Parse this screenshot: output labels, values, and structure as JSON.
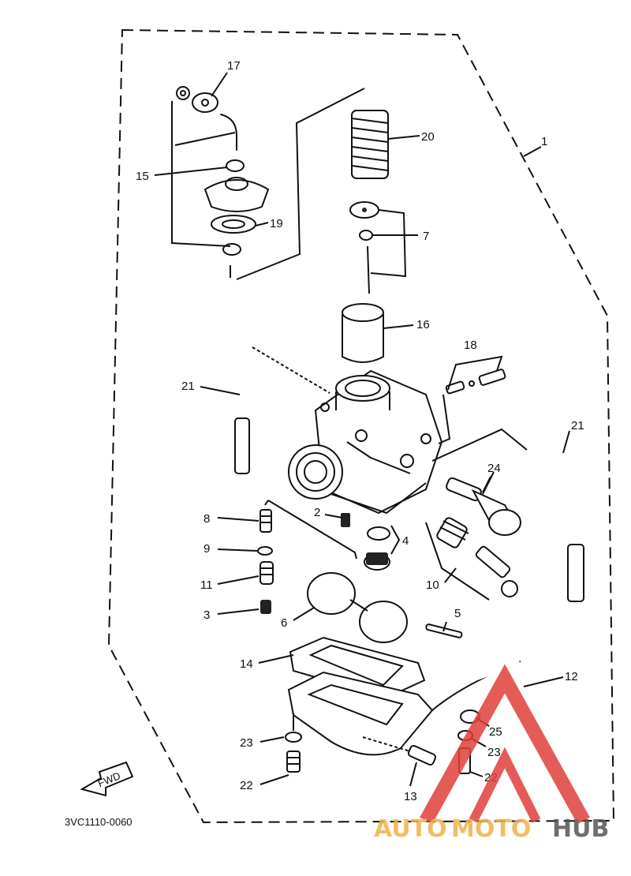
{
  "diagram": {
    "drawing_code": "3VC1110-0060",
    "direction_badge": "FWD",
    "watermark": {
      "part1": "AUTO",
      "part2": "MOTO",
      "part3": "HUB",
      "color_primary": "#f2b04a",
      "color_secondary": "#e0403a",
      "color_dark": "#555555"
    },
    "callouts": [
      {
        "id": "c17",
        "text": "17"
      },
      {
        "id": "c20",
        "text": "20"
      },
      {
        "id": "c1",
        "text": "1"
      },
      {
        "id": "c15",
        "text": "15"
      },
      {
        "id": "c19",
        "text": "19"
      },
      {
        "id": "c7",
        "text": "7"
      },
      {
        "id": "c16",
        "text": "16"
      },
      {
        "id": "c18",
        "text": "18"
      },
      {
        "id": "c21a",
        "text": "21"
      },
      {
        "id": "c21b",
        "text": "21"
      },
      {
        "id": "c24",
        "text": "24"
      },
      {
        "id": "c8",
        "text": "8"
      },
      {
        "id": "c2",
        "text": "2"
      },
      {
        "id": "c4",
        "text": "4"
      },
      {
        "id": "c9",
        "text": "9"
      },
      {
        "id": "c11",
        "text": "11"
      },
      {
        "id": "c10",
        "text": "10"
      },
      {
        "id": "c3",
        "text": "3"
      },
      {
        "id": "c6",
        "text": "6"
      },
      {
        "id": "c5",
        "text": "5"
      },
      {
        "id": "c14",
        "text": "14"
      },
      {
        "id": "c12",
        "text": "12"
      },
      {
        "id": "c25",
        "text": "25"
      },
      {
        "id": "c23a",
        "text": "23"
      },
      {
        "id": "c23b",
        "text": "23"
      },
      {
        "id": "c22a",
        "text": "22"
      },
      {
        "id": "c22b",
        "text": "22"
      },
      {
        "id": "c13",
        "text": "13"
      }
    ]
  }
}
